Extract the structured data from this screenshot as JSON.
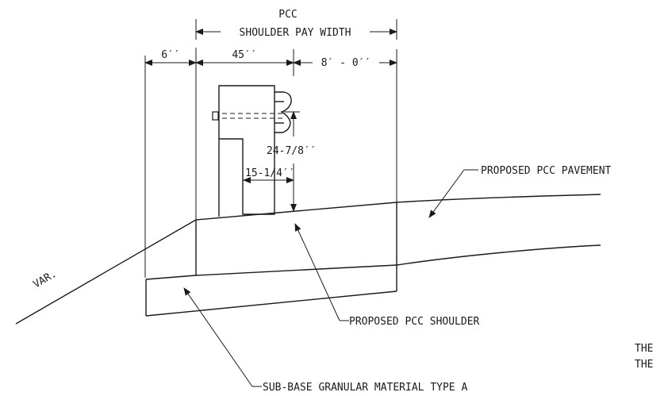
{
  "labels": {
    "pcc": "PCC",
    "shoulder_pay_width": "SHOULDER PAY WIDTH",
    "dim_6": "6′′",
    "dim_45": "45′′",
    "dim_8ft": "8′ - 0′′",
    "dim_24_7_8": "24-7/8′′",
    "dim_15_1_4": "15-1/4′′",
    "var": "VAR.",
    "proposed_pcc_pavement": "PROPOSED PCC PAVEMENT",
    "proposed_pcc_shoulder": "PROPOSED PCC SHOULDER",
    "subbase": "SUB-BASE GRANULAR MATERIAL TYPE A",
    "the_1": "THE",
    "the_2": "THE"
  }
}
